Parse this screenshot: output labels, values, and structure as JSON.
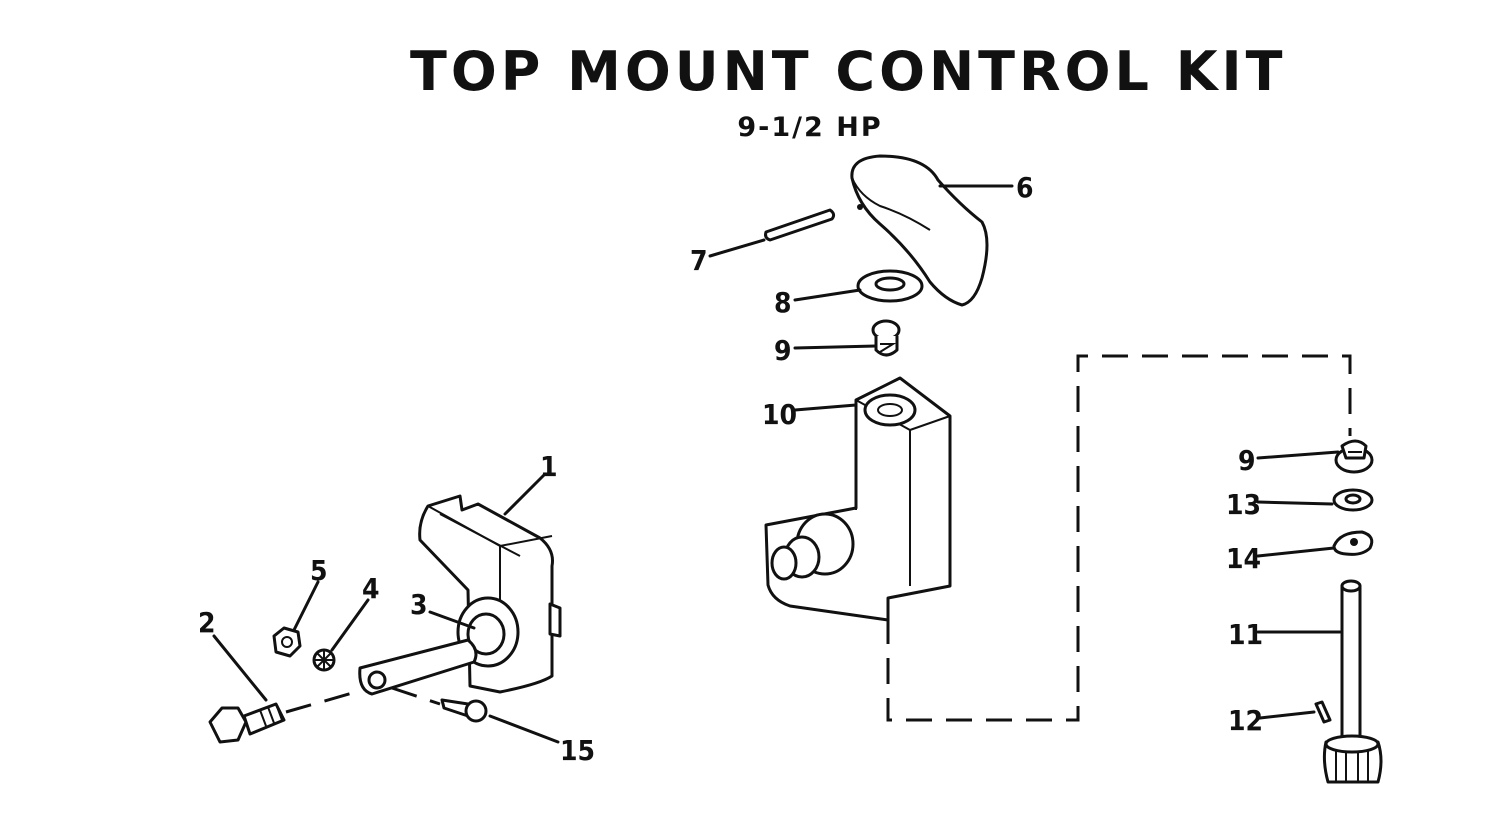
{
  "title": "TOP MOUNT CONTROL KIT",
  "subtitle": "9-1/2 HP",
  "callouts": {
    "c1": "1",
    "c2": "2",
    "c3": "3",
    "c4": "4",
    "c5": "5",
    "c6": "6",
    "c7": "7",
    "c8": "8",
    "c9a": "9",
    "c9b": "9",
    "c10": "10",
    "c11": "11",
    "c12": "12",
    "c13": "13",
    "c14": "14",
    "c15": "15"
  }
}
